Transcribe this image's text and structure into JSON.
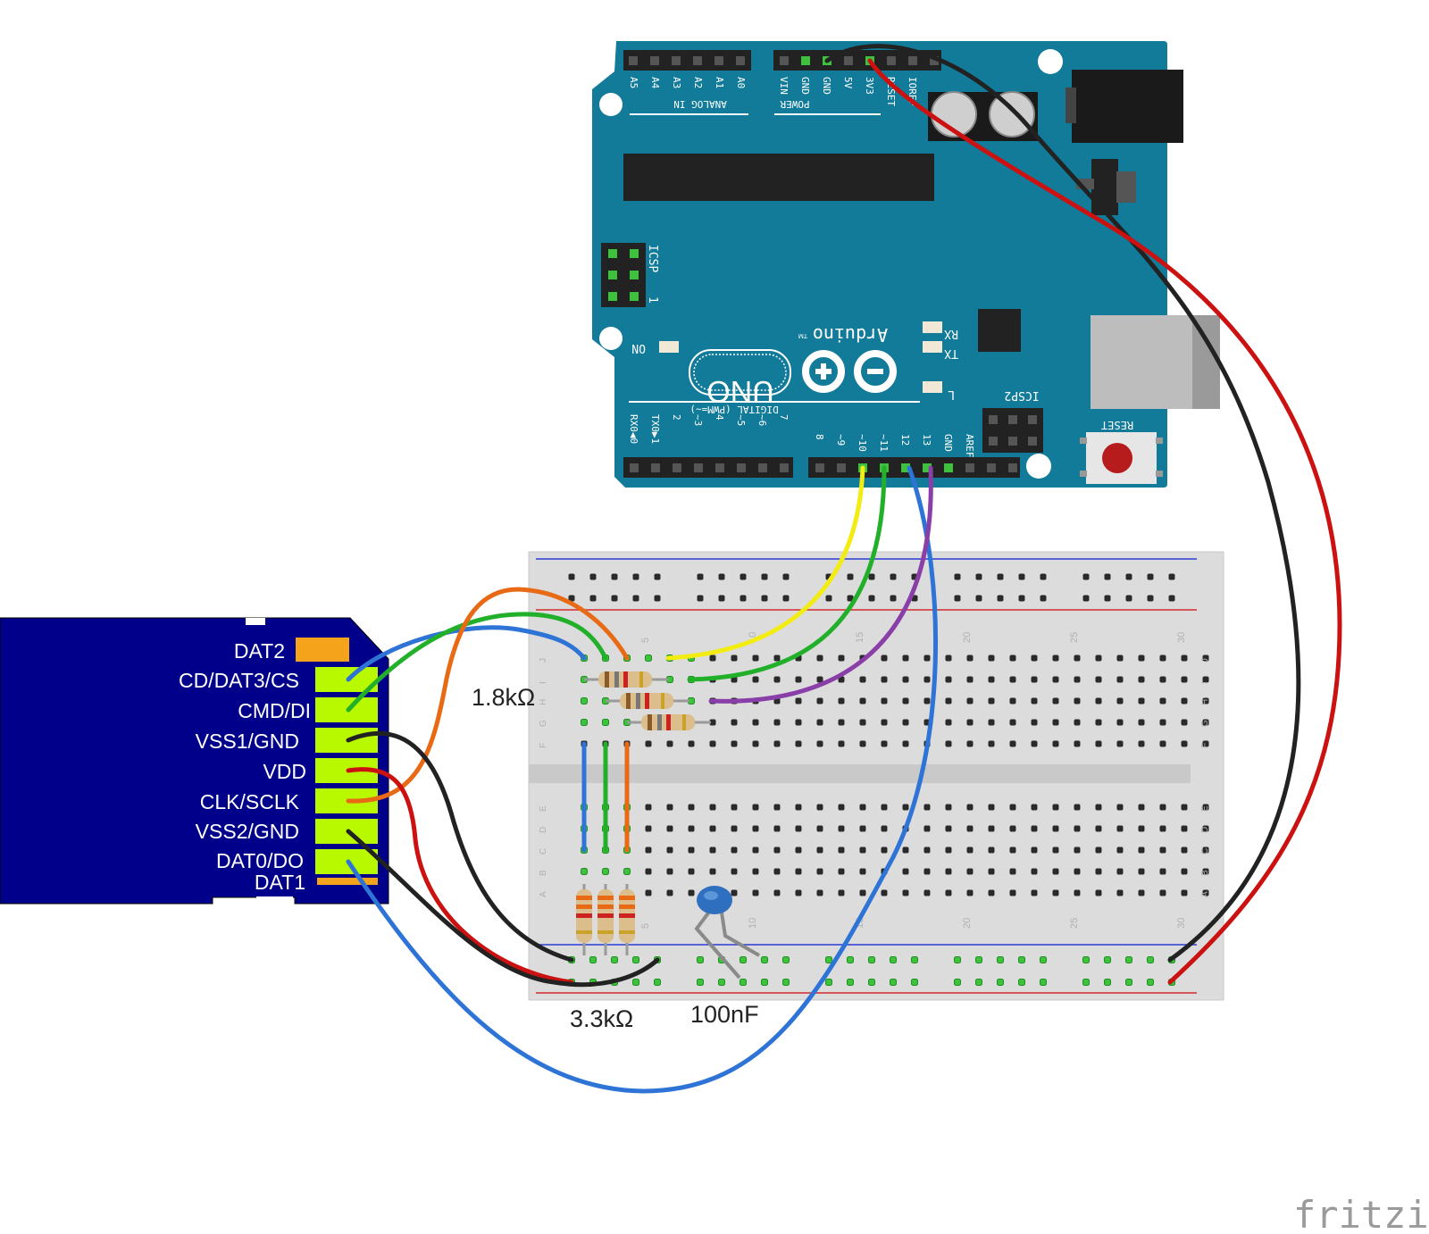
{
  "arduino": {
    "analog_label": "ANALOG IN",
    "power_label": "POWER",
    "analog_pins": [
      "A5",
      "A4",
      "A3",
      "A2",
      "A1",
      "A0"
    ],
    "power_pins": [
      "VIN",
      "GND",
      "GND",
      "5V",
      "3V3",
      "RESET",
      "IOREF"
    ],
    "digital_label": "DIGITAL (PWM=~)",
    "digital_pins_left": [
      "RX0◀0",
      "TX0▶1",
      "2",
      "~3",
      "4",
      "~5",
      "~6",
      "7"
    ],
    "digital_pins_right": [
      "8",
      "~9",
      "~10",
      "~11",
      "12",
      "13",
      "GND",
      "AREF"
    ],
    "icsp_label": "ICSP",
    "icsp_one": "1",
    "icsp2_label": "ICSP2",
    "on_label": "ON",
    "rx_label": "RX",
    "tx_label": "TX",
    "l_label": "L",
    "uno_label": "UNO",
    "brand_label": "Arduino",
    "tm_label": "TM",
    "reset_label": "RESET"
  },
  "sdcard": {
    "pins": [
      "DAT2",
      "CD/DAT3/CS",
      "CMD/DI",
      "VSS1/GND",
      "VDD",
      "CLK/SCLK",
      "VSS2/GND",
      "DAT0/DO",
      "DAT1"
    ]
  },
  "labels": {
    "r1": "1.8kΩ",
    "r2": "3.3kΩ",
    "cap": "100nF"
  },
  "breadboard": {
    "col_numbers": [
      "5",
      "10",
      "15",
      "20",
      "25",
      "30"
    ],
    "rows_top": [
      "J",
      "I",
      "H",
      "G",
      "F"
    ],
    "rows_bottom": [
      "E",
      "D",
      "C",
      "B",
      "A"
    ]
  },
  "watermark": "fritzing",
  "colors": {
    "board": "#117b99",
    "sd_body": "#00008b",
    "sd_pad": "#b9f900",
    "wire_blue": "#2e73d6",
    "wire_green": "#22b02a",
    "wire_orange": "#e86a14",
    "wire_black": "#222222",
    "wire_red": "#cc1111",
    "wire_yellow": "#f2ec12",
    "wire_purple": "#8a3ea8"
  }
}
